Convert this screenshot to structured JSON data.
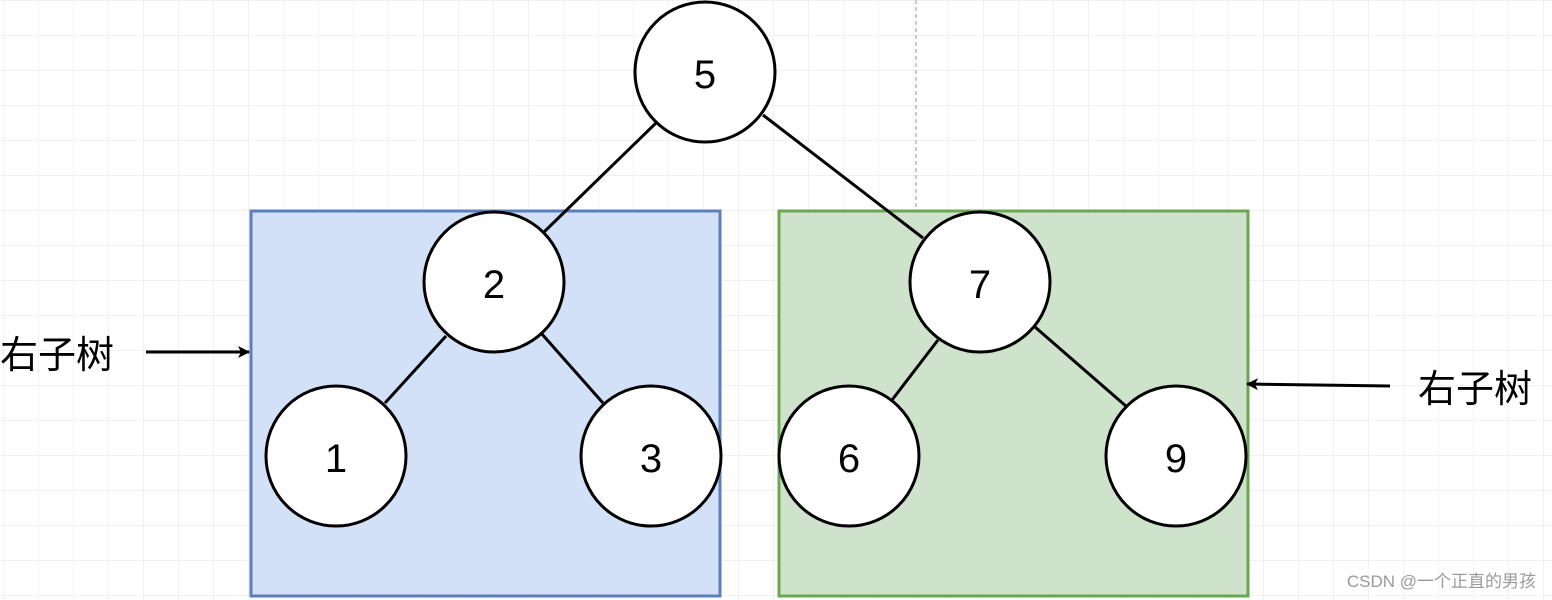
{
  "colors": {
    "grid": "#e2e6db",
    "dashed_guide": "#b8b8b8",
    "left_box_fill": "#d3e1f8",
    "left_box_stroke": "#5b7ebd",
    "right_box_fill": "#cfe3cc",
    "right_box_stroke": "#6aa84f",
    "node_stroke": "#000000",
    "node_fill": "#ffffff",
    "watermark": "#9a9a9a"
  },
  "boxes": {
    "left": {
      "name": "left-subtree-box"
    },
    "right": {
      "name": "right-subtree-box"
    }
  },
  "nodes": {
    "n5": {
      "label": "5"
    },
    "n2": {
      "label": "2"
    },
    "n7": {
      "label": "7"
    },
    "n1": {
      "label": "1"
    },
    "n3": {
      "label": "3"
    },
    "n6": {
      "label": "6"
    },
    "n9": {
      "label": "9"
    }
  },
  "edges": [
    {
      "from": "5",
      "to": "2"
    },
    {
      "from": "5",
      "to": "7"
    },
    {
      "from": "2",
      "to": "1"
    },
    {
      "from": "2",
      "to": "3"
    },
    {
      "from": "7",
      "to": "6"
    },
    {
      "from": "7",
      "to": "9"
    }
  ],
  "labels": {
    "left_label": "右子树",
    "right_label": "右子树"
  },
  "watermark": "CSDN @一个正直的男孩"
}
